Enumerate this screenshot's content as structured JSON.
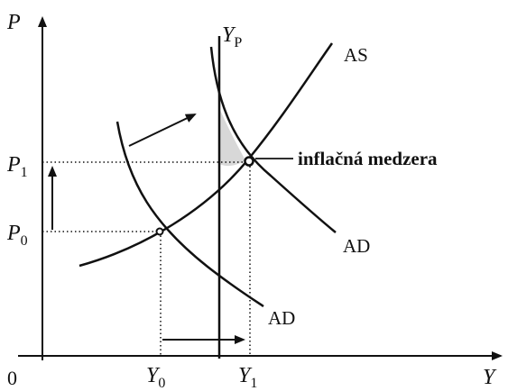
{
  "axes": {
    "y_axis_label": "P",
    "x_axis_label": "Y",
    "origin_label": "0"
  },
  "price_levels": {
    "p0": {
      "base": "P",
      "sub": "0"
    },
    "p1": {
      "base": "P",
      "sub": "1"
    }
  },
  "output_levels": {
    "y0": {
      "base": "Y",
      "sub": "0"
    },
    "y1": {
      "base": "Y",
      "sub": "1"
    },
    "yp": {
      "base": "Y",
      "sub": "P"
    }
  },
  "curves": {
    "as": "AS",
    "ad_initial": "AD",
    "ad_shifted": "AD"
  },
  "annotations": {
    "gap": "inflačná medzera"
  },
  "colors": {
    "ink": "#111111",
    "gap_shade": "#b8b8b8",
    "background": "#ffffff"
  }
}
